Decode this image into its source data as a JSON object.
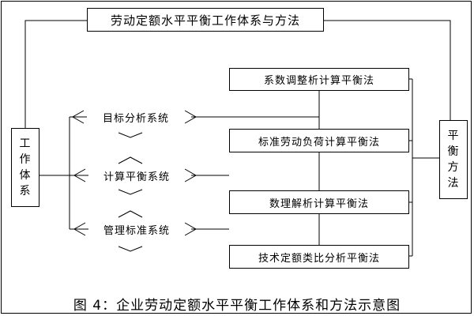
{
  "title": "劳动定额水平平衡工作体系与方法",
  "left_node": "工作体系",
  "right_node": "平衡方法",
  "systems": [
    "目标分析系统",
    "计算平衡系统",
    "管理标准系统"
  ],
  "methods": [
    "系数调整析计算平衡法",
    "标准劳动负荷计算平衡法",
    "数理解析计算平衡法",
    "技术定额类比分析平衡法"
  ],
  "caption": "图 4：企业劳动定额水平平衡工作体系和方法示意图",
  "colors": {
    "line": "#000000",
    "background": "#ffffff"
  }
}
